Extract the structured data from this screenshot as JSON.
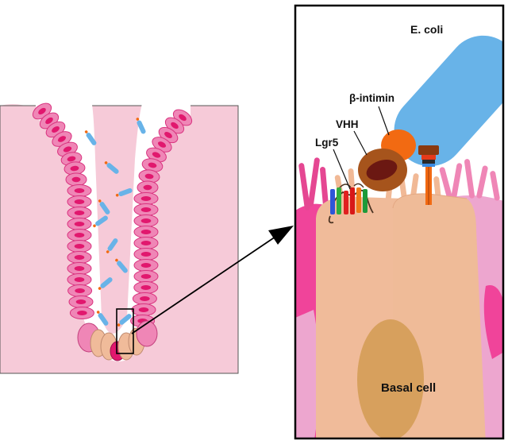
{
  "labels": {
    "ecoli": "E. coli",
    "intimin": "β-intimin",
    "vhh": "VHH",
    "lgr5": "Lgr5",
    "basal_cell": "Basal cell"
  },
  "colors": {
    "tissue": "#f6cad8",
    "crypt_cell": "#ef86b6",
    "crypt_cell_dark": "#d9337f",
    "crypt_nucleus": "#e1186e",
    "basal_cell": "#f0bb9a",
    "basal_nucleus": "#d7a05d",
    "bacterium": "#68b3e8",
    "intimin": "#f26a12",
    "vhh": "#a6541c",
    "vhh_inner": "#6b1812",
    "magenta_cell": "#f0449a",
    "pink_cell": "#eda6cf"
  },
  "icons": [
    "bacterium-icon",
    "zoom-arrow-icon",
    "receptor-icon"
  ]
}
